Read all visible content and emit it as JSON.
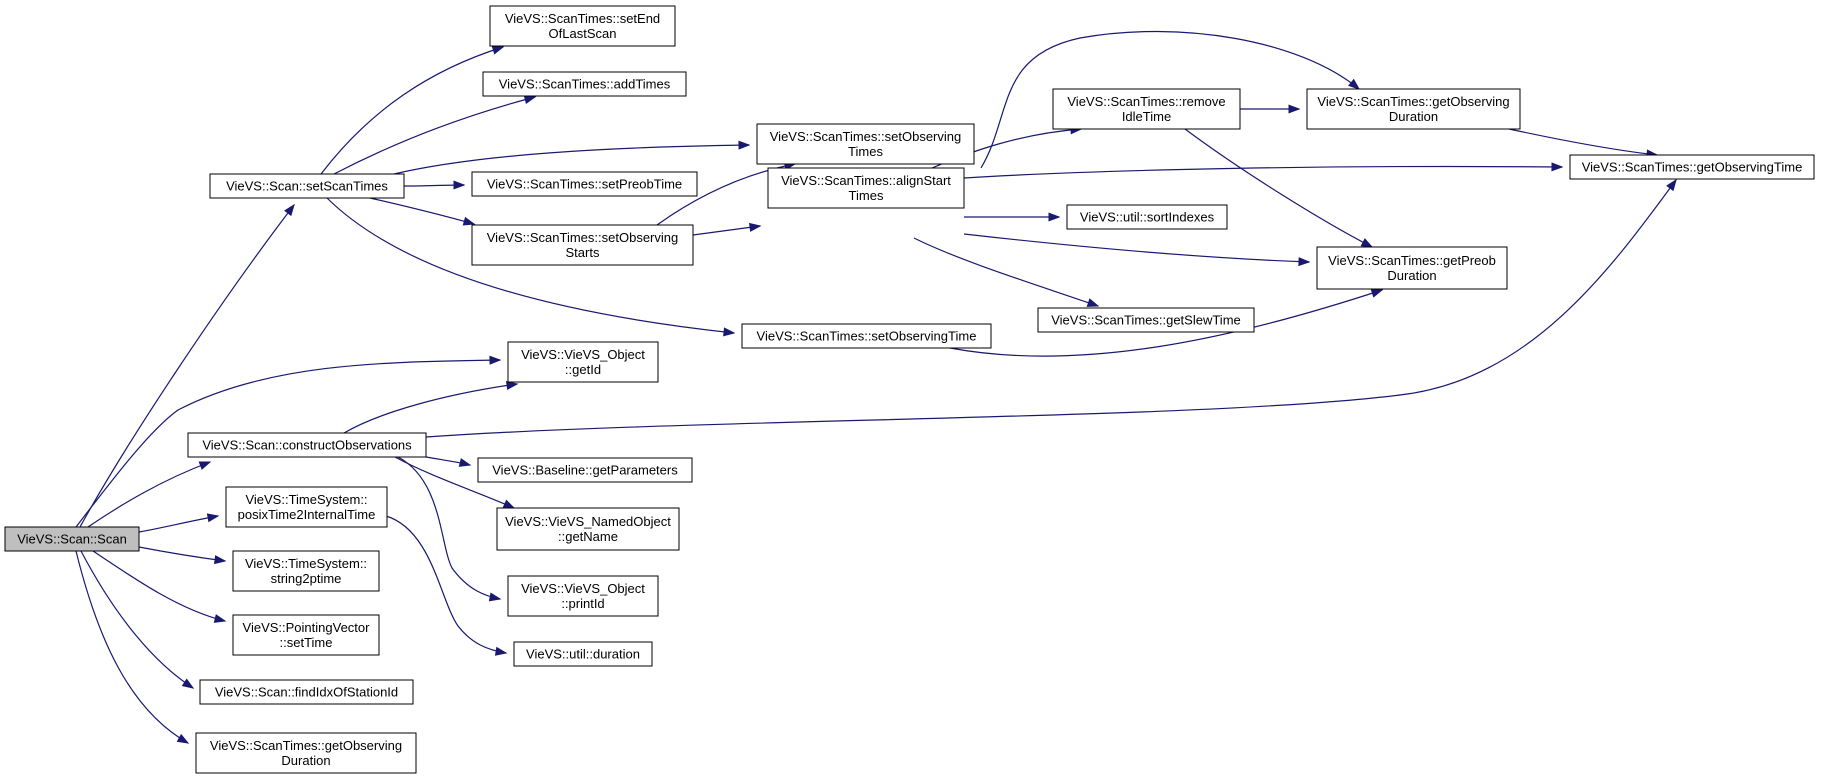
{
  "diagram": {
    "nodes": [
      {
        "id": "scan",
        "lines": [
          "VieVS::Scan::Scan"
        ],
        "root": true
      },
      {
        "id": "setScanTimes",
        "lines": [
          "VieVS::Scan::setScanTimes"
        ]
      },
      {
        "id": "setEndOfLastScan",
        "lines": [
          "VieVS::ScanTimes::setEnd",
          "OfLastScan"
        ]
      },
      {
        "id": "addTimes",
        "lines": [
          "VieVS::ScanTimes::addTimes"
        ]
      },
      {
        "id": "setObservingTimes",
        "lines": [
          "VieVS::ScanTimes::setObserving",
          "Times"
        ]
      },
      {
        "id": "setPreobTime",
        "lines": [
          "VieVS::ScanTimes::setPreobTime"
        ]
      },
      {
        "id": "setObservingStarts",
        "lines": [
          "VieVS::ScanTimes::setObserving",
          "Starts"
        ]
      },
      {
        "id": "alignStartTimes",
        "lines": [
          "VieVS::ScanTimes::alignStart",
          "Times"
        ]
      },
      {
        "id": "removeIdleTime",
        "lines": [
          "VieVS::ScanTimes::remove",
          "IdleTime"
        ]
      },
      {
        "id": "getObservingDuration1",
        "lines": [
          "VieVS::ScanTimes::getObserving",
          "Duration"
        ]
      },
      {
        "id": "getObservingTime",
        "lines": [
          "VieVS::ScanTimes::getObservingTime"
        ]
      },
      {
        "id": "sortIndexes",
        "lines": [
          "VieVS::util::sortIndexes"
        ]
      },
      {
        "id": "getPreobDuration",
        "lines": [
          "VieVS::ScanTimes::getPreob",
          "Duration"
        ]
      },
      {
        "id": "getSlewTime",
        "lines": [
          "VieVS::ScanTimes::getSlewTime"
        ]
      },
      {
        "id": "setObservingTime",
        "lines": [
          "VieVS::ScanTimes::setObservingTime"
        ]
      },
      {
        "id": "getId",
        "lines": [
          "VieVS::VieVS_Object",
          "::getId"
        ]
      },
      {
        "id": "constructObservations",
        "lines": [
          "VieVS::Scan::constructObservations"
        ]
      },
      {
        "id": "getParameters",
        "lines": [
          "VieVS::Baseline::getParameters"
        ]
      },
      {
        "id": "getName",
        "lines": [
          "VieVS::VieVS_NamedObject",
          "::getName"
        ]
      },
      {
        "id": "printId",
        "lines": [
          "VieVS::VieVS_Object",
          "::printId"
        ]
      },
      {
        "id": "posixTime2InternalTime",
        "lines": [
          "VieVS::TimeSystem::",
          "posixTime2InternalTime"
        ]
      },
      {
        "id": "duration",
        "lines": [
          "VieVS::util::duration"
        ]
      },
      {
        "id": "string2ptime",
        "lines": [
          "VieVS::TimeSystem::",
          "string2ptime"
        ]
      },
      {
        "id": "setTime",
        "lines": [
          "VieVS::PointingVector",
          "::setTime"
        ]
      },
      {
        "id": "findIdxOfStationId",
        "lines": [
          "VieVS::Scan::findIdxOfStationId"
        ]
      },
      {
        "id": "getObservingDuration2",
        "lines": [
          "VieVS::ScanTimes::getObserving",
          "Duration"
        ]
      }
    ],
    "edges": [
      {
        "from": "scan",
        "to": "setScanTimes"
      },
      {
        "from": "scan",
        "to": "getId"
      },
      {
        "from": "scan",
        "to": "constructObservations"
      },
      {
        "from": "scan",
        "to": "posixTime2InternalTime"
      },
      {
        "from": "scan",
        "to": "string2ptime"
      },
      {
        "from": "scan",
        "to": "setTime"
      },
      {
        "from": "scan",
        "to": "findIdxOfStationId"
      },
      {
        "from": "scan",
        "to": "getObservingDuration2"
      },
      {
        "from": "setScanTimes",
        "to": "setEndOfLastScan"
      },
      {
        "from": "setScanTimes",
        "to": "addTimes"
      },
      {
        "from": "setScanTimes",
        "to": "setObservingTimes"
      },
      {
        "from": "setScanTimes",
        "to": "setPreobTime"
      },
      {
        "from": "setScanTimes",
        "to": "setObservingStarts"
      },
      {
        "from": "setScanTimes",
        "to": "setObservingTime"
      },
      {
        "from": "setObservingStarts",
        "to": "setObservingTimes"
      },
      {
        "from": "setObservingStarts",
        "to": "alignStartTimes"
      },
      {
        "from": "alignStartTimes",
        "to": "removeIdleTime"
      },
      {
        "from": "alignStartTimes",
        "to": "getObservingDuration1"
      },
      {
        "from": "alignStartTimes",
        "to": "getObservingTime"
      },
      {
        "from": "alignStartTimes",
        "to": "sortIndexes"
      },
      {
        "from": "alignStartTimes",
        "to": "getPreobDuration"
      },
      {
        "from": "alignStartTimes",
        "to": "getSlewTime"
      },
      {
        "from": "removeIdleTime",
        "to": "getObservingDuration1"
      },
      {
        "from": "removeIdleTime",
        "to": "getPreobDuration"
      },
      {
        "from": "getObservingDuration1",
        "to": "getObservingTime"
      },
      {
        "from": "setObservingTime",
        "to": "getPreobDuration"
      },
      {
        "from": "constructObservations",
        "to": "getId"
      },
      {
        "from": "constructObservations",
        "to": "getObservingTime"
      },
      {
        "from": "constructObservations",
        "to": "getParameters"
      },
      {
        "from": "constructObservations",
        "to": "getName"
      },
      {
        "from": "constructObservations",
        "to": "printId"
      },
      {
        "from": "posixTime2InternalTime",
        "to": "duration"
      }
    ]
  }
}
